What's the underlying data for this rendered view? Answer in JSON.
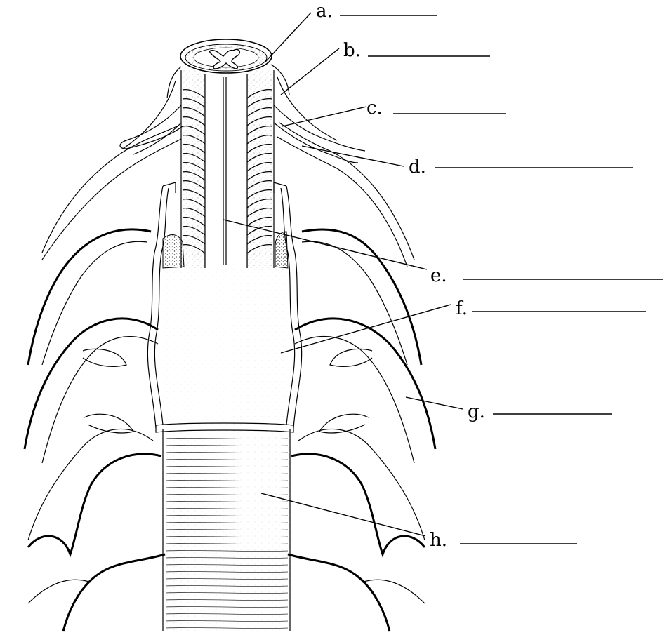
{
  "labels": [
    {
      "letter": "a."
    },
    {
      "letter": "b."
    },
    {
      "letter": "c."
    },
    {
      "letter": "d."
    },
    {
      "letter": "e."
    },
    {
      "letter": "f."
    },
    {
      "letter": "g."
    },
    {
      "letter": "h."
    }
  ]
}
